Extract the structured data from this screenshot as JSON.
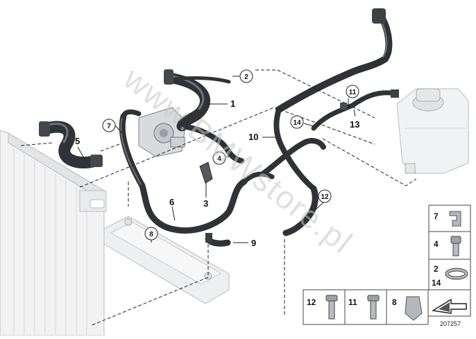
{
  "diagram_id": "207257",
  "watermark": "www.BMWstore.pl",
  "callouts": [
    "1",
    "2",
    "3",
    "4",
    "5",
    "6",
    "7",
    "8",
    "9",
    "10",
    "11",
    "12",
    "13",
    "14"
  ],
  "legend": {
    "items": [
      "7",
      "4",
      "2",
      "14",
      "12",
      "11",
      "8"
    ]
  }
}
